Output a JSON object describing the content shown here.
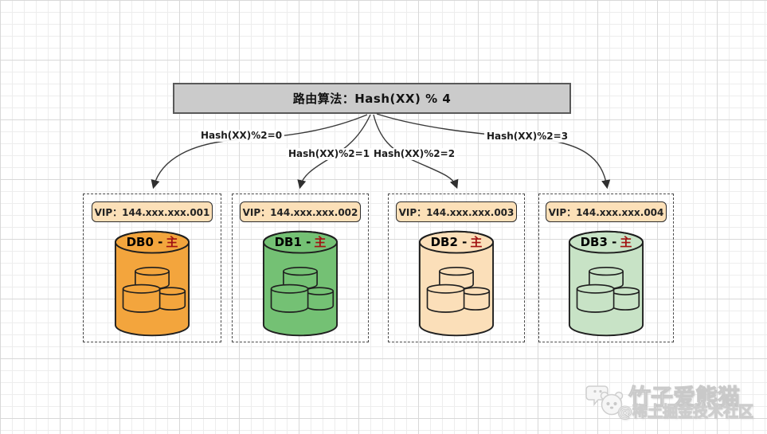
{
  "header": {
    "title": "路由算法：Hash(XX) % 4"
  },
  "arrow_labels": [
    "Hash(XX)%2=0",
    "Hash(XX)%2=1",
    "Hash(XX)%2=2",
    "Hash(XX)%2=3"
  ],
  "groups": [
    {
      "vip": "VIP：144.xxx.xxx.001",
      "db_name": "DB0 -",
      "db_role": "主",
      "cylinder_color": "#f3a53d"
    },
    {
      "vip": "VIP：144.xxx.xxx.002",
      "db_name": "DB1 -",
      "db_role": "主",
      "cylinder_color": "#74c174"
    },
    {
      "vip": "VIP：144.xxx.xxx.003",
      "db_name": "DB2 -",
      "db_role": "主",
      "cylinder_color": "#fbdfb9"
    },
    {
      "vip": "VIP：144.xxx.xxx.004",
      "db_name": "DB3 -",
      "db_role": "主",
      "cylinder_color": "#c8e3c6"
    }
  ],
  "watermark": {
    "name": "竹子爱熊猫",
    "community": "@稀土掘金技术社区"
  },
  "colors": {
    "header_bg": "#cbcbcb",
    "header_border": "#595959",
    "vip_badge_bg": "#fce0b8",
    "master_text": "#a11212",
    "arrow_stroke": "#3a3a3a"
  }
}
